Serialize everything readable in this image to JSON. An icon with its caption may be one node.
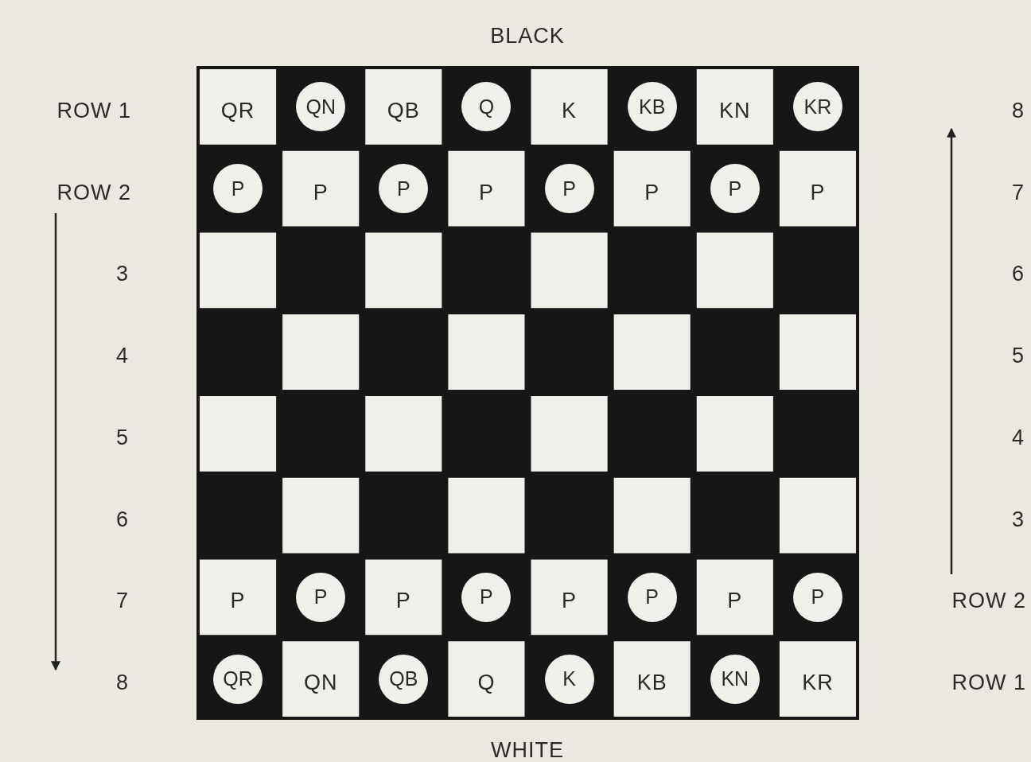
{
  "diagram": {
    "nodes": [
      {
        "text": [
          "QN"
        ]
      },
      {
        "text": [
          "Q"
        ]
      },
      {
        "text": [
          "KB"
        ]
      },
      {
        "text": [
          "KR"
        ]
      },
      {
        "text": [
          "P"
        ]
      },
      {
        "text": [
          "P"
        ]
      },
      {
        "text": [
          "P"
        ]
      },
      {
        "text": [
          "P"
        ]
      },
      {
        "text": [
          "P"
        ]
      },
      {
        "text": [
          "P"
        ]
      },
      {
        "text": [
          "P"
        ]
      },
      {
        "text": [
          "P"
        ]
      },
      {
        "text": [
          "QR"
        ]
      },
      {
        "text": [
          "QB"
        ]
      },
      {
        "text": [
          "K"
        ]
      },
      {
        "text": [
          "KN"
        ]
      }
    ],
    "labels": [
      "BLACK",
      "ROW 1",
      "QR",
      "QB",
      "K",
      "KN",
      "8",
      "ROW 2",
      "P",
      "P",
      "P",
      "P",
      "7",
      "3",
      "6",
      "4",
      "5",
      "5",
      "4",
      "6",
      "3",
      "7",
      "P",
      "P",
      "P",
      "P",
      "ROW 2",
      "8",
      "QN",
      "Q",
      "KB",
      "KR",
      "ROW 1",
      "WHITE"
    ]
  }
}
